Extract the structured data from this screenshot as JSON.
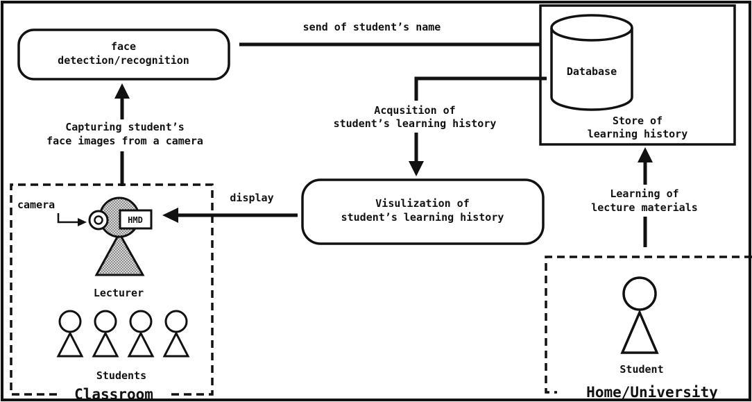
{
  "colors": {
    "stroke": "#111111",
    "background": "#ffffff",
    "fill_dotted": "#bdbdbd"
  },
  "nodes": {
    "face": {
      "line1": "face",
      "line2": "detection/recognition"
    },
    "database": {
      "label": "Database"
    },
    "store": {
      "line1": "Store of",
      "line2": "learning history"
    },
    "visualization": {
      "line1": "Visulization of",
      "line2": "student’s learning history"
    },
    "classroom": {
      "title": "Classroom",
      "camera_label": "camera",
      "hmd_label": "HMD",
      "lecturer_label": "Lecturer",
      "students_label": "Students",
      "student_icons": [
        "student-1",
        "student-2",
        "student-3",
        "student-4"
      ]
    },
    "home": {
      "title": "Home/University",
      "student_label": "Student"
    }
  },
  "edges": {
    "send": "send of student’s name",
    "acquisition": {
      "line1": "Acqusition of",
      "line2": "student’s learning history"
    },
    "capturing": {
      "line1": "Capturing student’s",
      "line2": "face images from a camera"
    },
    "display": "display",
    "learning": {
      "line1": "Learning of",
      "line2": "lecture materials"
    }
  }
}
